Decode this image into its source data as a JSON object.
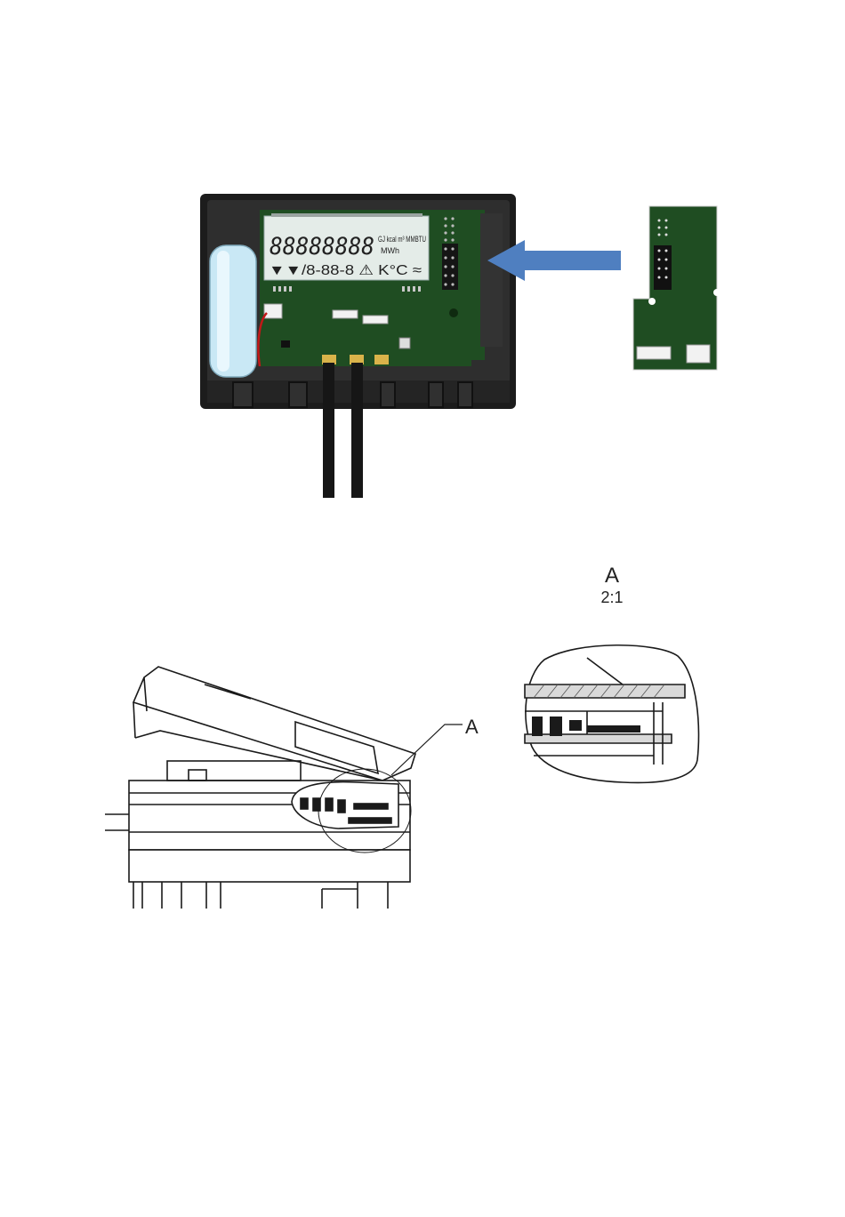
{
  "lcd": {
    "digits": "88888888",
    "units_top": "GJ kcal m³ MMBTU",
    "units_mid": "MWh",
    "symbols": "▼▼/8-88-8 ⚠ K°C ≈"
  },
  "detail": {
    "callout_letter": "A",
    "view_letter": "A",
    "scale": "2:1"
  },
  "colors": {
    "housing": "#2b2b2b",
    "pcb": "#1f4d22",
    "lcd": "#e4ece8",
    "battery": "#c9e8f5",
    "arrow": "#4f7fc0"
  }
}
